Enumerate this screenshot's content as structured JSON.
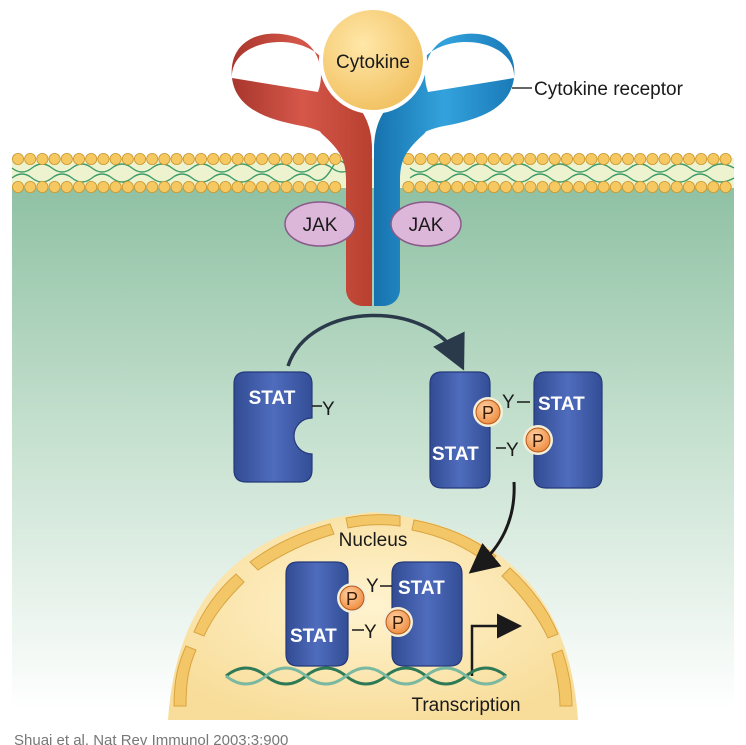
{
  "labels": {
    "cytokine": "Cytokine",
    "cytokine_receptor": "Cytokine receptor",
    "jak_left": "JAK",
    "jak_right": "JAK",
    "nucleus": "Nucleus",
    "transcription": "Transcription",
    "stat": "STAT",
    "tyrosine": "Y",
    "phosphate": "P"
  },
  "citation": "Shuai et al. Nat Rev Immunol 2003;3:900",
  "colors": {
    "receptor_left": "#c84a3c",
    "receptor_right": "#1f86c4",
    "cytokine": "#f7c96e",
    "stat": "#3c5aa6",
    "jak": "#d9b3d6",
    "phosphate": "#f29a52",
    "nucleus": "#fbe4a8",
    "membrane_head": "#f3c766",
    "cytoplasm": "#8fc1a4"
  }
}
